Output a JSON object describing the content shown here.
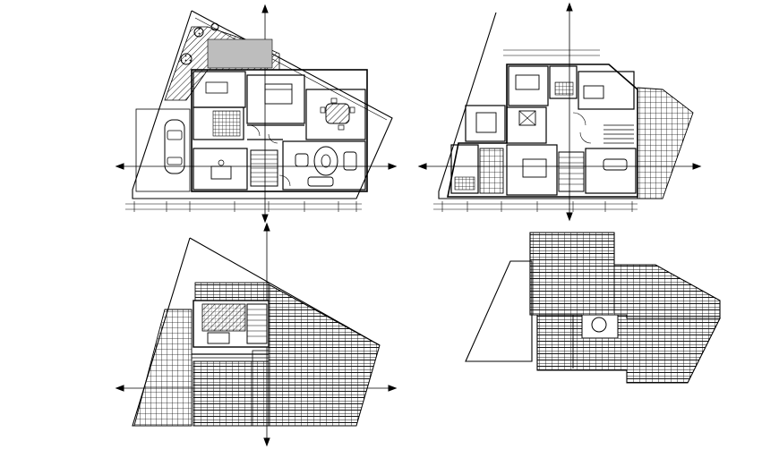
{
  "drawing": {
    "background": "#ffffff",
    "ink": "#000000",
    "hatch_color": "#222222",
    "fill_gray": "#cfcfcf"
  },
  "panels": [
    {
      "id": "ground-floor-plan"
    },
    {
      "id": "first-floor-plan"
    },
    {
      "id": "second-floor-roof-plan"
    },
    {
      "id": "roof-plan"
    }
  ]
}
